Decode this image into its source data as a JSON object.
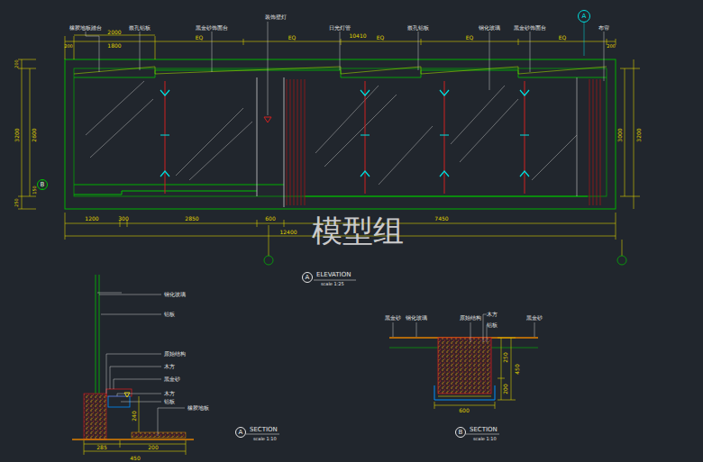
{
  "diagram": {
    "nodes": [
      {
        "text": [
          "A"
        ]
      },
      {
        "text": [
          "B"
        ]
      },
      {
        "text": [
          "A"
        ]
      },
      {
        "text": [
          "A"
        ]
      },
      {
        "text": [
          "B"
        ]
      }
    ],
    "labels": [
      "橡胶地板踏台",
      "嵌孔铝板",
      "黑金砂饰面台",
      "装饰壁灯",
      "日光灯管",
      "嵌孔铝板",
      "钢化玻璃",
      "黑金砂饰面台",
      "布帘",
      "2000",
      "10410",
      "200",
      "1800",
      "EQ",
      "EQ",
      "EQ",
      "EQ",
      "EQ",
      "200",
      "200",
      "3200",
      "2600",
      "150",
      "250",
      "3000",
      "3200",
      "1200",
      "300",
      "2850",
      "600",
      "7450",
      "12400",
      "模型组",
      "ELEVATION",
      "scale 1:25",
      "钢化玻璃",
      "铝板",
      "原始结构",
      "木方",
      "黑金砂",
      "木方",
      "铝板",
      "橡胶地板",
      "240",
      "285",
      "200",
      "450",
      "SECTION",
      "scale 1:10",
      "黑金砂",
      "钢化玻璃",
      "原始结构",
      "木方",
      "铝板",
      "黑金砂",
      "250",
      "450",
      "200",
      "600",
      "SECTION",
      "scale 1:10"
    ]
  }
}
